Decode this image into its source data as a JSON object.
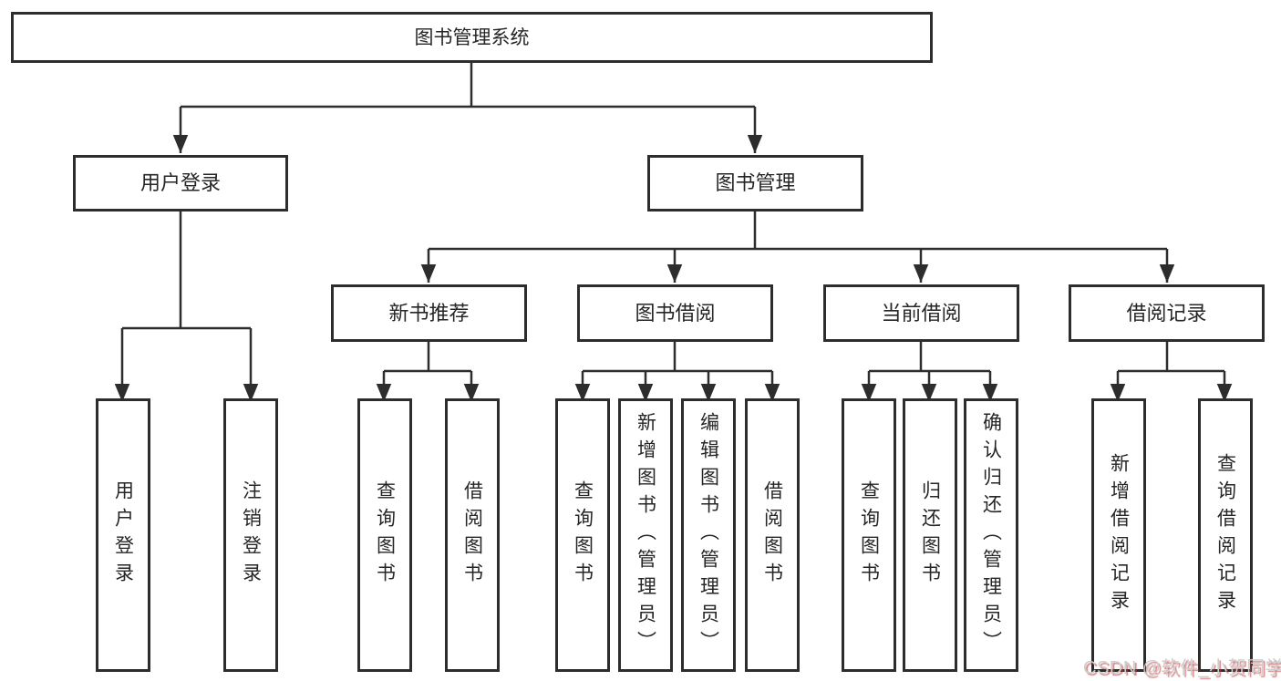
{
  "diagram": {
    "root": {
      "label": "图书管理系统"
    },
    "level2": [
      {
        "label": "用户登录"
      },
      {
        "label": "图书管理"
      }
    ],
    "level3": [
      {
        "label": "新书推荐"
      },
      {
        "label": "图书借阅"
      },
      {
        "label": "当前借阅"
      },
      {
        "label": "借阅记录"
      }
    ],
    "leaves": [
      {
        "label": "用户登录",
        "parent": "用户登录"
      },
      {
        "label": "注销登录",
        "parent": "用户登录"
      },
      {
        "label": "查询图书",
        "parent": "新书推荐"
      },
      {
        "label": "借阅图书",
        "parent": "新书推荐"
      },
      {
        "label": "查询图书",
        "parent": "图书借阅"
      },
      {
        "label": "新增图书（管理员）",
        "parent": "图书借阅"
      },
      {
        "label": "编辑图书（管理员）",
        "parent": "图书借阅"
      },
      {
        "label": "借阅图书",
        "parent": "图书借阅"
      },
      {
        "label": "查询图书",
        "parent": "当前借阅"
      },
      {
        "label": "归还图书",
        "parent": "当前借阅"
      },
      {
        "label": "确认归还（管理员）",
        "parent": "当前借阅"
      },
      {
        "label": "新增借阅记录",
        "parent": "借阅记录"
      },
      {
        "label": "查询借阅记录",
        "parent": "借阅记录"
      }
    ],
    "watermark": {
      "text": "CSDN @软件_小贺同学"
    },
    "colors": {
      "line": "#2d2d2d",
      "box_border": "#2d2d2d",
      "box_fill": "#ffffff",
      "text": "#262626",
      "watermark_text": "#cdcdcd",
      "watermark_shadow": "#c53a3a"
    }
  }
}
